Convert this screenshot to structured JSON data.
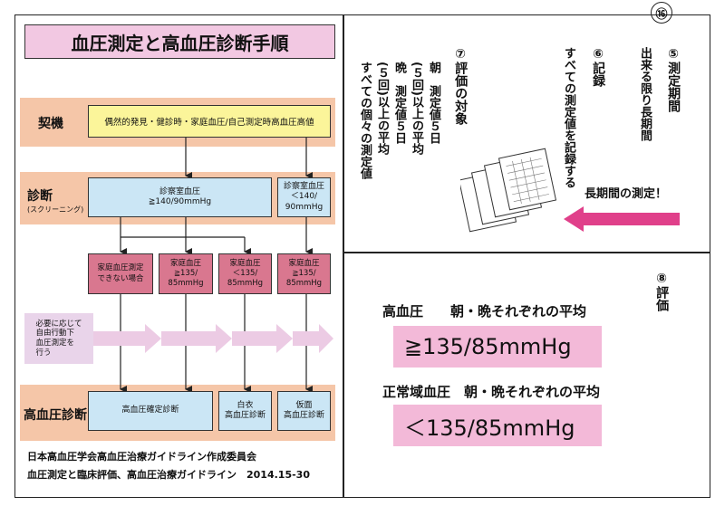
{
  "page_number": "⑯",
  "title": "血圧測定と高血圧診断手順",
  "stages": {
    "trigger": "契機",
    "diagnosis": "診断",
    "diagnosis_sub": "(スクリーニング)",
    "htn_diagnosis": "高血圧診断"
  },
  "trigger_box": "偶然的発見・健診時・家庭血圧/自己測定時高血圧高値",
  "office_bp_high": "診察室血圧\n≧140/90mmHg",
  "office_bp_low": "診察室血圧\n＜140/\n90mmHg",
  "home_boxes": [
    "家庭血圧測定\nできない場合",
    "家庭血圧\n≧135/\n85mmHg",
    "家庭血圧\n＜135/\n85mmHg",
    "家庭血圧\n≧135/\n85mmHg"
  ],
  "ambulatory_note": "必要に応じて\n自由行動下\n血圧測定を\n行う",
  "result_boxes": [
    "高血圧確定診断",
    "白衣\n高血圧診断",
    "仮面\n高血圧診断"
  ],
  "footer": {
    "line1": "日本高血圧学会高血圧治療ガイドライン作成委員会",
    "line2": "血圧測定と臨床評価、高血圧治療ガイドライン　2014.15-30"
  },
  "right_top": {
    "period_heading": "⑤測定期間",
    "period_body": "出来る限り長期間",
    "record_heading": "⑥記録",
    "record_body": "すべての測定値を記録する",
    "target_heading": "⑦評価の対象",
    "target_lines": [
      "朝　測定値５日",
      "(５回)以上の平均",
      "晩　測定値５日",
      "(５回)以上の平均",
      "すべての個々の測定値"
    ],
    "long_term": "長期間の測定！"
  },
  "right_bottom": {
    "eval_heading": "⑧評価",
    "hypertension_label": "高血圧　　朝・晩それぞれの平均",
    "hypertension_value": "≧135/85mmHg",
    "normal_label": "正常域血圧　朝・晩それぞれの平均",
    "normal_value": "＜135/85mmHg"
  },
  "colors": {
    "title_bg": "#f2c8e2",
    "band": "#f5c6a8",
    "yellow_box": "#fbf59a",
    "blue_box": "#cbe6f5",
    "pink_box": "#d9778f",
    "lavender": "#e9d4ea",
    "result_pink": "#f3b9d8",
    "arrow_pink": "#e0408a"
  }
}
